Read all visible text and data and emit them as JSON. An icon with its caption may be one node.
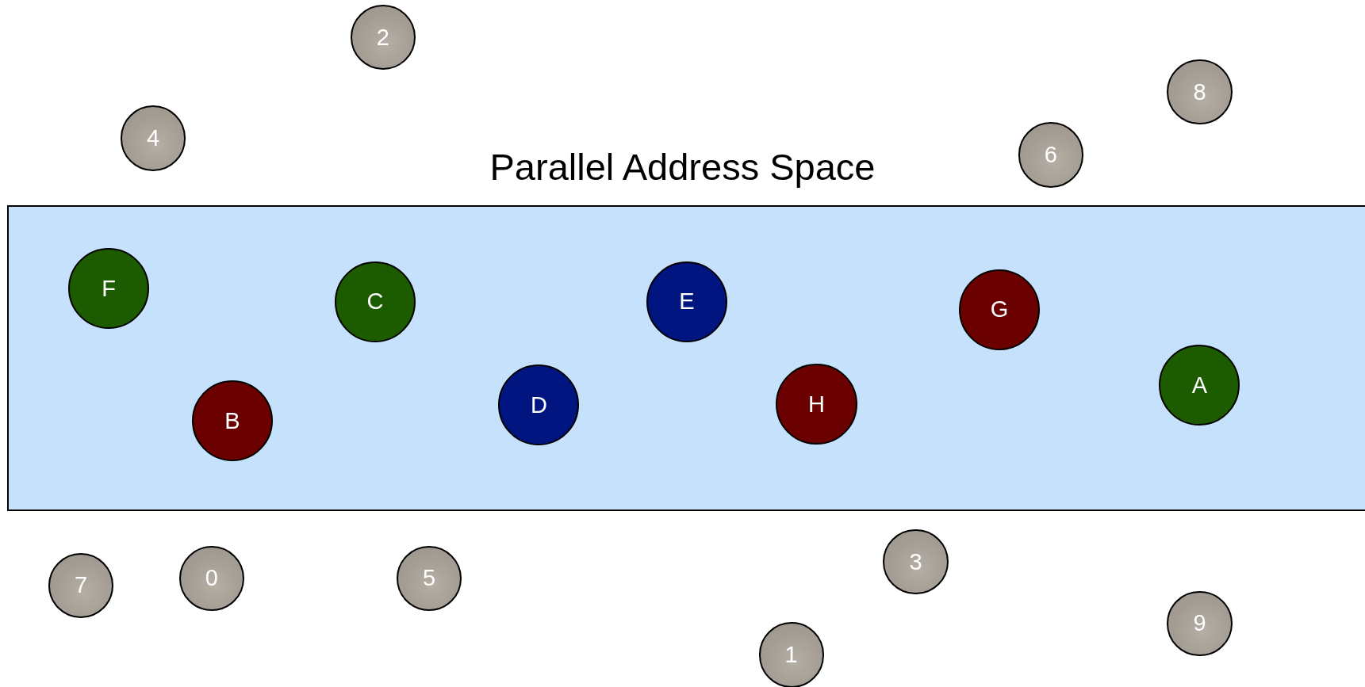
{
  "diagram": {
    "nodes": [
      {
        "text": [
          "Parallel Address Space"
        ]
      },
      {
        "text": [
          "F"
        ],
        "in": 0
      },
      {
        "text": [
          "C"
        ],
        "in": 0
      },
      {
        "text": [
          "E"
        ],
        "in": 0
      },
      {
        "text": [
          "G"
        ],
        "in": 0
      },
      {
        "text": [
          "A"
        ],
        "in": 0
      },
      {
        "text": [
          "B"
        ],
        "in": 0
      },
      {
        "text": [
          "D"
        ],
        "in": 0
      },
      {
        "text": [
          "H"
        ],
        "in": 0
      },
      {
        "text": [
          "2"
        ]
      },
      {
        "text": [
          "8"
        ]
      },
      {
        "text": [
          "4"
        ]
      },
      {
        "text": [
          "6"
        ]
      },
      {
        "text": [
          "3"
        ]
      },
      {
        "text": [
          "0"
        ]
      },
      {
        "text": [
          "5"
        ]
      },
      {
        "text": [
          "7"
        ]
      },
      {
        "text": [
          "9"
        ]
      },
      {
        "text": [
          "1"
        ]
      }
    ]
  }
}
